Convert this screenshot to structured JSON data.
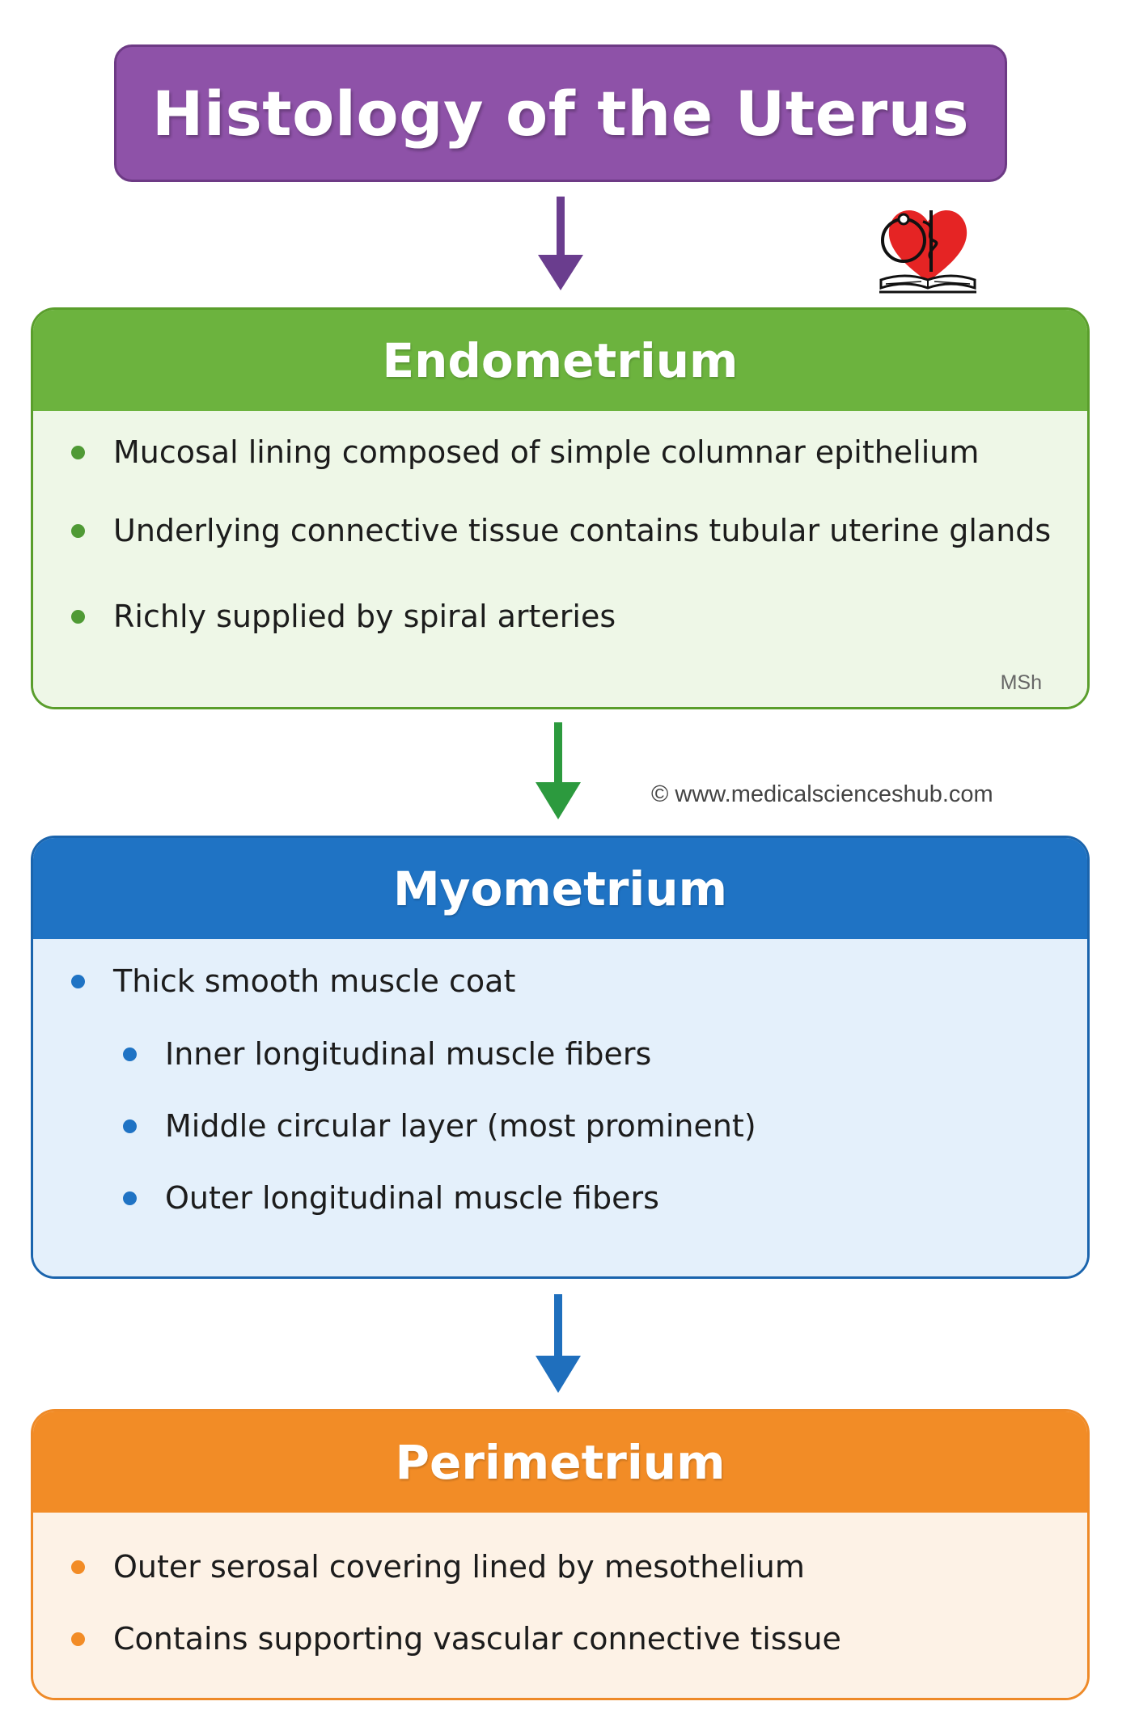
{
  "title": "Histology of the Uterus",
  "colors": {
    "title": "#8e52a8",
    "endometrium": "#6cb33e",
    "myometrium": "#1f73c4",
    "perimetrium": "#f28c26"
  },
  "logo": {
    "icon": "heart-stethoscope-book-logo"
  },
  "endometrium": {
    "heading": "Endometrium",
    "items": [
      "Mucosal lining composed of simple columnar epithelium",
      "Underlying connective tissue contains tubular uterine glands",
      "Richly supplied by spiral arteries"
    ],
    "mark": "MSh"
  },
  "copyright": "© www.medicalscienceshub.com",
  "myometrium": {
    "heading": "Myometrium",
    "items": [
      "Thick smooth muscle coat"
    ],
    "subitems": [
      "Inner longitudinal muscle fibers",
      "Middle circular layer (most prominent)",
      "Outer longitudinal muscle fibers"
    ]
  },
  "perimetrium": {
    "heading": "Perimetrium",
    "items": [
      "Outer serosal covering lined by mesothelium",
      "Contains supporting vascular connective tissue"
    ]
  }
}
